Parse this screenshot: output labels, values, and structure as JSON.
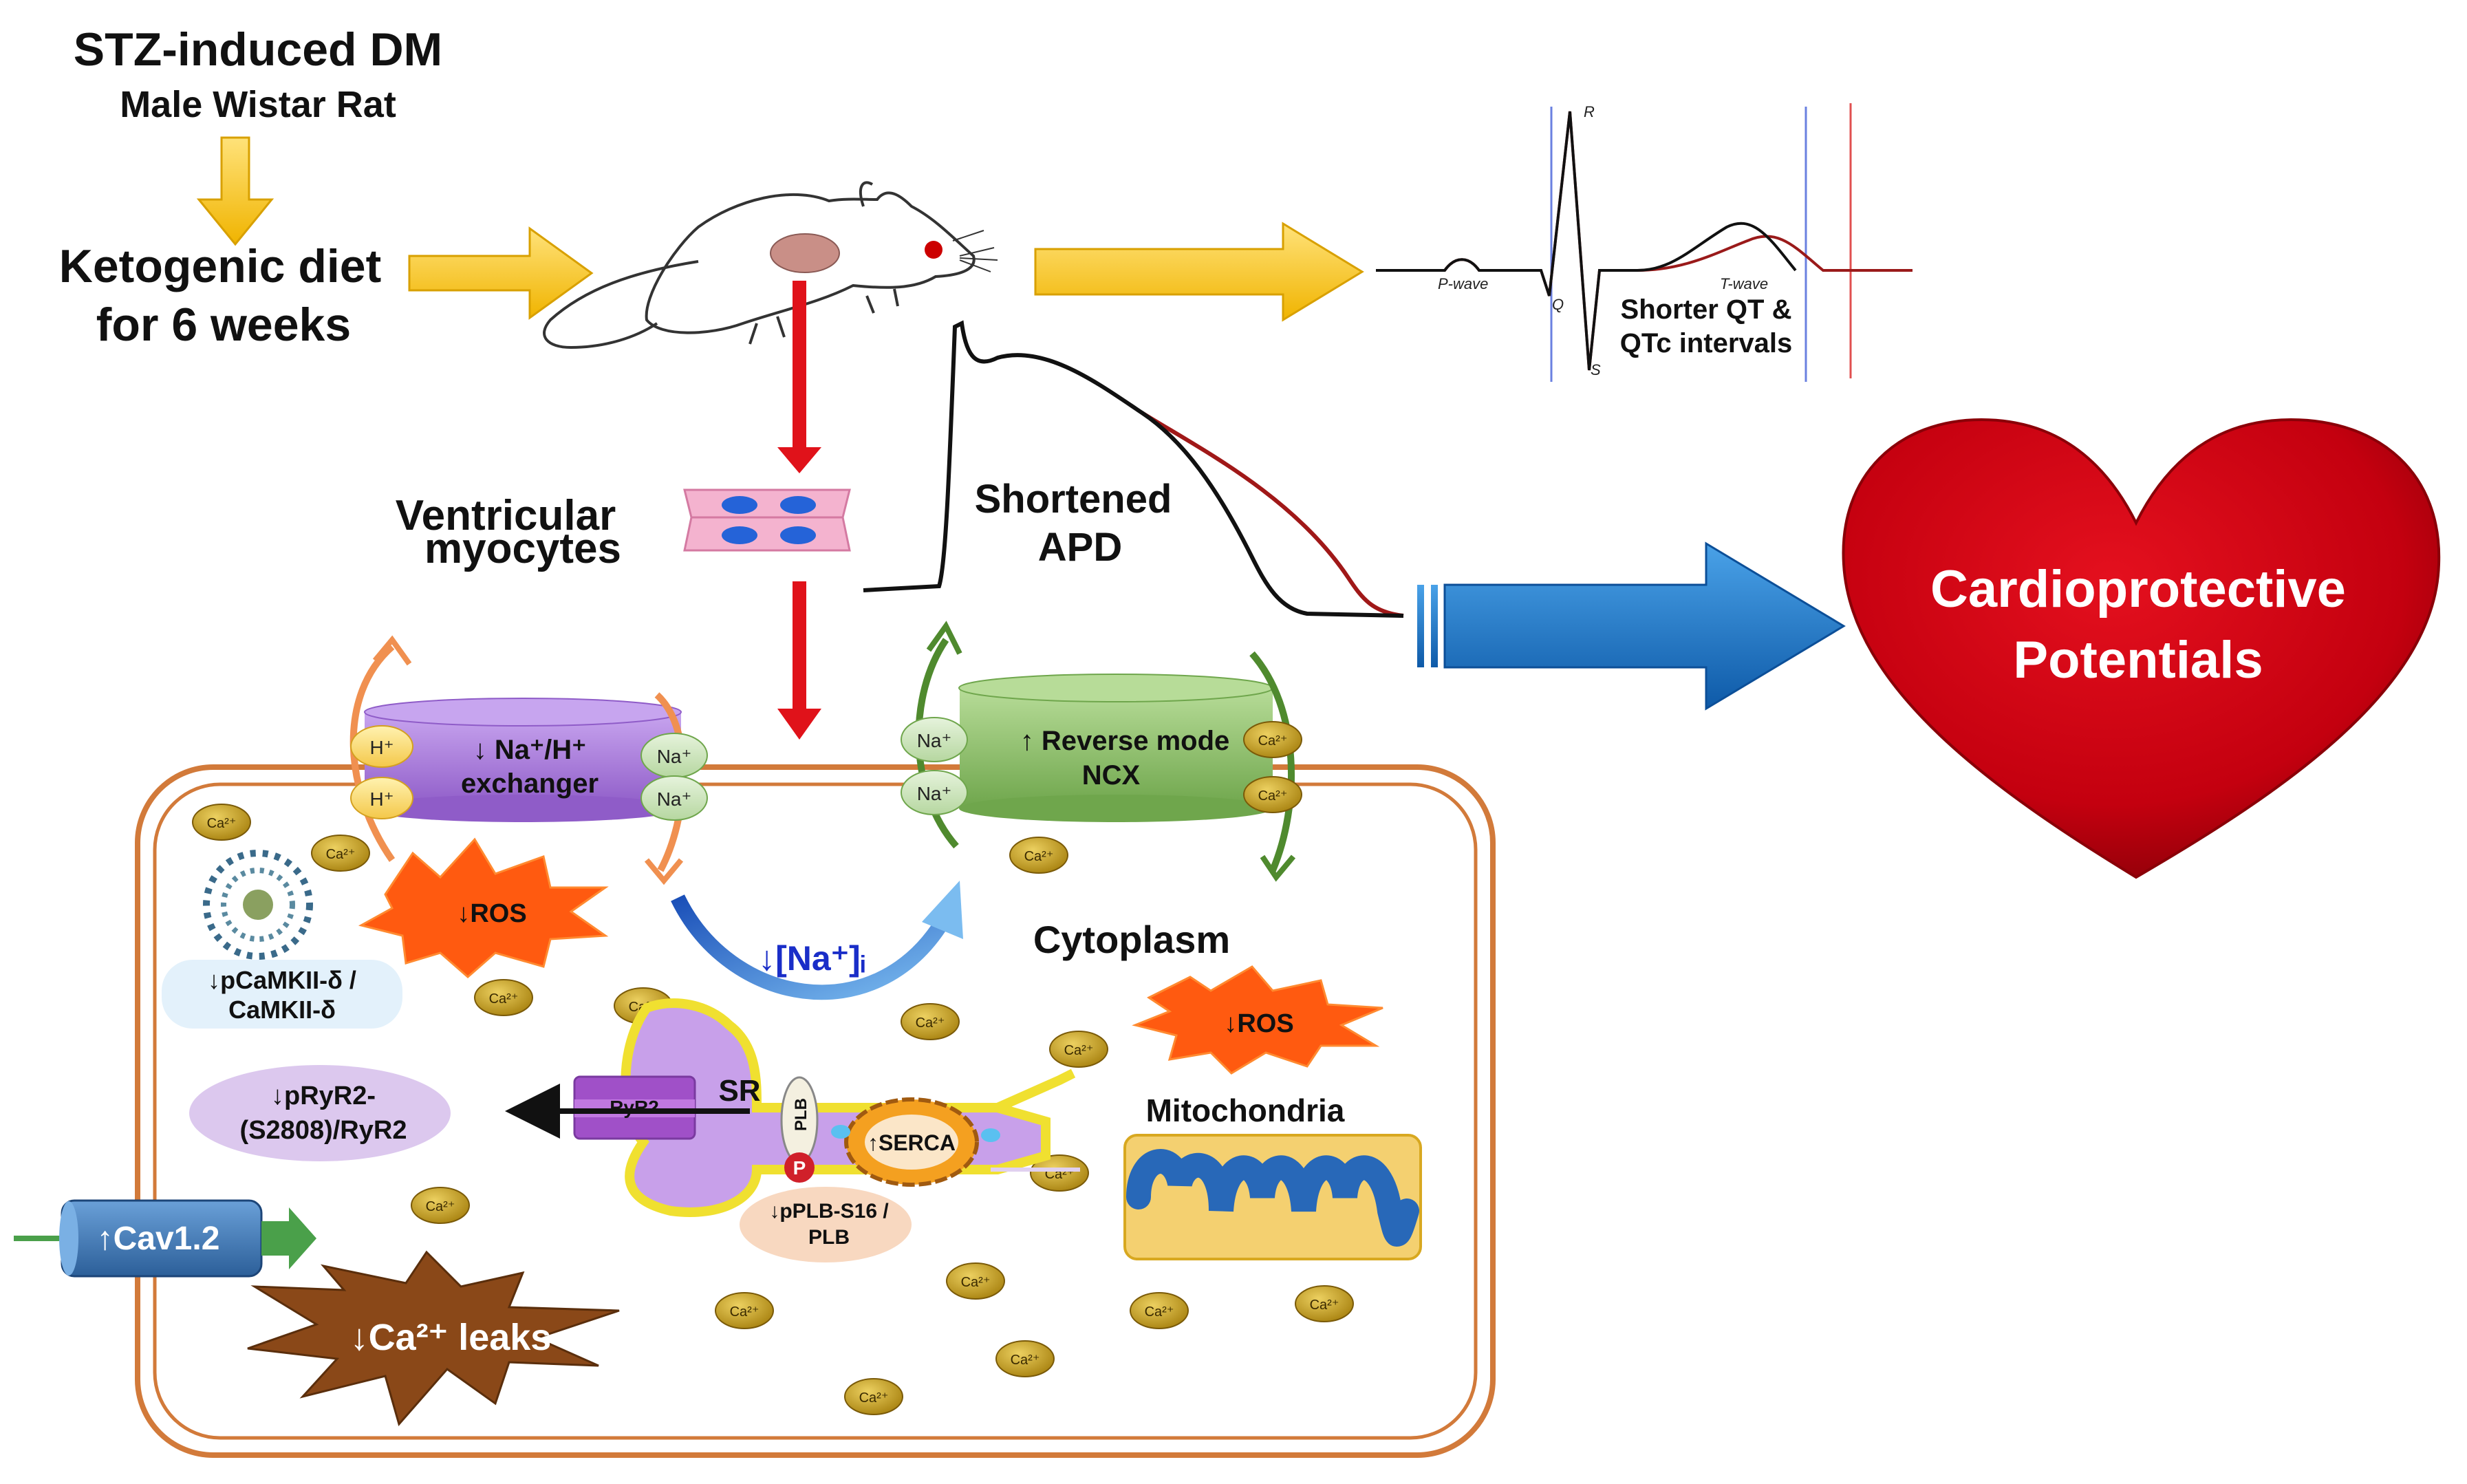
{
  "intro": {
    "title": "STZ-induced DM",
    "subtitle": "Male Wistar Rat",
    "diet_line1": "Ketogenic diet",
    "diet_line2": "for 6 weeks"
  },
  "ecg": {
    "r_label": "R",
    "q_label": "Q",
    "s_label": "S",
    "p_wave_label": "P-wave",
    "t_wave_label": "T-wave",
    "note_line1": "Shorter QT &",
    "note_line2": "QTc intervals"
  },
  "myocytes": {
    "line1": "Ventricular",
    "line2": "myocytes"
  },
  "apd": {
    "line1": "Shortened",
    "line2": "APD"
  },
  "heart": {
    "line1": "Cardioprotective",
    "line2": "Potentials"
  },
  "cell": {
    "nhe_line1": "↓ Na⁺/H⁺",
    "nhe_line2": "exchanger",
    "h_ion": "H⁺",
    "na_ion": "Na⁺",
    "ncx_line1": "↑ Reverse mode",
    "ncx_line2": "NCX",
    "ca_ion": "Ca²⁺",
    "ros1": "↓ROS",
    "ros2": "↓ROS",
    "camkii_line1": "↓pCaMKII-δ /",
    "camkii_line2": "CaMKII-δ",
    "na_conc": "↓[Na⁺]ᵢ",
    "cytoplasm": "Cytoplasm",
    "sr": "SR",
    "plb": "PLB",
    "p": "P",
    "serca": "↑SERCA",
    "ryr2": "RyR2",
    "pryr2_line1": "↓pRyR2-",
    "pryr2_line2": "(S2808)/RyR2",
    "pplb_line1": "↓pPLB-S16 /",
    "pplb_line2": "PLB",
    "mito": "Mitochondria",
    "cav": "↑Cav1.2",
    "ca_leaks": "↓Ca²⁺ leaks"
  },
  "colors": {
    "yellow_arrow": "#f5c518",
    "red_arrow": "#e0121a",
    "blue_arrow": "#1a73c4",
    "heart": "#c4000f",
    "cell_border": "#d27a3a",
    "nhe_purple": "#a477d6",
    "ncx_green": "#8cbf6a",
    "ca_gold": "#c9a11a",
    "ros_orange": "#ff5a10"
  }
}
